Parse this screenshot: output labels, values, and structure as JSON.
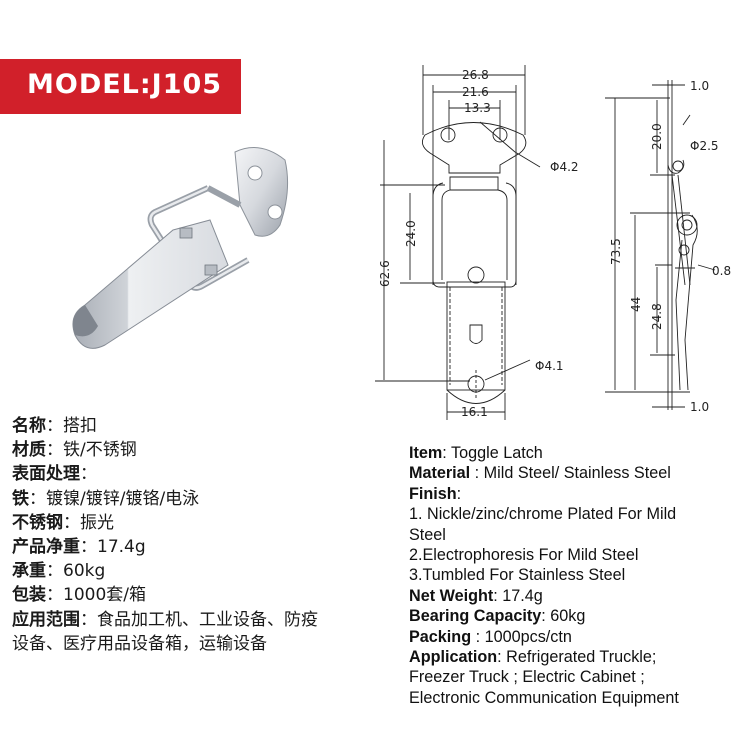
{
  "banner": {
    "label": "MODEL:J105",
    "color": "#d1202a"
  },
  "photo": {
    "alt": "Stainless steel toggle latch J105"
  },
  "front_drawing": {
    "dims": {
      "overall_width": "26.8",
      "inner_width": "21.6",
      "hole_spacing": "13.3",
      "hole_dia_top": "Φ4.2",
      "loop_height": "24.0",
      "total_height": "62.6",
      "hole_dia_bottom": "Φ4.1",
      "lever_width": "16.1"
    }
  },
  "side_drawing": {
    "dims": {
      "top_thickness": "1.0",
      "hook_height": "20.0",
      "hook_dia": "Φ2.5",
      "overall_length": "73.5",
      "lever_thickness": "0.8",
      "lever_length": "44",
      "lower_section": "24.8",
      "bottom_thickness": "1.0"
    }
  },
  "cn_specs": [
    {
      "label": "名称",
      "sep": "：",
      "value": "搭扣"
    },
    {
      "label": "材质",
      "sep": "：",
      "value": "铁/不锈钢"
    },
    {
      "label": "表面处理",
      "sep": "：",
      "value": ""
    },
    {
      "label": "铁",
      "sep": "：",
      "value": "镀镍/镀锌/镀铬/电泳"
    },
    {
      "label": "不锈钢",
      "sep": "：",
      "value": "振光"
    },
    {
      "label": "产品净重",
      "sep": "：",
      "value": "17.4g"
    },
    {
      "label": "承重",
      "sep": "：",
      "value": "60kg"
    },
    {
      "label": "包装",
      "sep": "：",
      "value": "1000套/箱"
    },
    {
      "label": "应用范围",
      "sep": "：",
      "value": "食品加工机、工业设备、防疫"
    },
    {
      "label": "",
      "sep": "",
      "value": "设备、医疗用品设备箱，运输设备"
    }
  ],
  "en_specs": [
    {
      "label": "Item",
      "value": ": Toggle Latch"
    },
    {
      "label": "Material",
      "value": " : Mild Steel/ Stainless Steel"
    },
    {
      "label": "Finish",
      "value": ":"
    },
    {
      "label": "",
      "value": "1. Nickle/zinc/chrome Plated For Mild"
    },
    {
      "label": "",
      "value": "Steel"
    },
    {
      "label": "",
      "value": "2.Electrophoresis For Mild Steel"
    },
    {
      "label": "",
      "value": "3.Tumbled For Stainless Steel"
    },
    {
      "label": "Net Weight",
      "value": ": 17.4g"
    },
    {
      "label": "Bearing Capacity",
      "value": ": 60kg"
    },
    {
      "label": "Packing",
      "value": " : 1000pcs/ctn"
    },
    {
      "label": "Application",
      "value": ": Refrigerated Truckle;"
    },
    {
      "label": "",
      "value": "Freezer Truck ; Electric Cabinet ;"
    },
    {
      "label": "",
      "value": "Electronic Communication Equipment"
    }
  ]
}
